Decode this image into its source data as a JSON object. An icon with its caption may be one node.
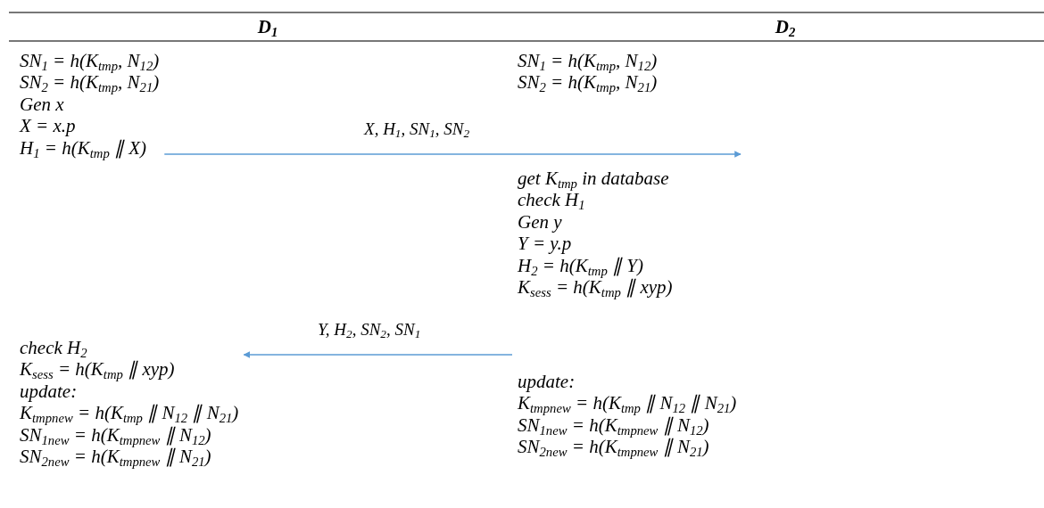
{
  "diagram": {
    "labels": [
      "D$_{1}$",
      "D$_{2}$"
    ],
    "nodes": [
      {
        "text": [
          "SN$_{1}$ = h(K$_{tmp}$, N$_{12}$)",
          "SN$_{2}$ = h(K$_{tmp}$, N$_{21}$)",
          "Gen x",
          "X = x.p",
          "H$_{1}$ = h(K$_{tmp}$ ∥ X)"
        ]
      },
      {
        "text": [
          "SN$_{1}$ = h(K$_{tmp}$, N$_{12}$)",
          "SN$_{2}$ = h(K$_{tmp}$, N$_{21}$)"
        ]
      },
      {
        "text": [
          "get K$_{tmp}$ in database",
          "check H$_{1}$",
          "Gen y",
          "Y = y.p",
          "H$_{2}$ = h(K$_{tmp}$ ∥ Y)",
          "K$_{sess}$ = h(K$_{tmp}$ ∥ xyp)"
        ]
      },
      {
        "text": [
          "check H$_{2}$",
          "K$_{sess}$ = h(K$_{tmp}$ ∥ xyp)",
          "update:",
          "K$_{tmpnew}$ = h(K$_{tmp}$ ∥ N$_{12}$ ∥ N$_{21}$)",
          "SN$_{1new}$ = h(K$_{tmpnew}$ ∥ N$_{12}$)",
          "SN$_{2new}$ = h(K$_{tmpnew}$ ∥ N$_{21}$)"
        ]
      },
      {
        "text": [
          "update:",
          "K$_{tmpnew}$ = h(K$_{tmp}$ ∥ N$_{12}$ ∥ N$_{21}$)",
          "SN$_{1new}$ = h(K$_{tmpnew}$ ∥ N$_{12}$)",
          "SN$_{2new}$ = h(K$_{tmpnew}$ ∥ N$_{21}$)"
        ]
      }
    ],
    "edges": [
      {
        "from": 0,
        "to": null,
        "arrow": "to",
        "label": "X, H$_{1}$, SN$_{1}$, SN$_{2}$"
      },
      {
        "from": 4,
        "to": 3,
        "arrow": "to",
        "label": "Y, H$_{2}$, SN$_{2}$, SN$_{1}$"
      }
    ]
  }
}
